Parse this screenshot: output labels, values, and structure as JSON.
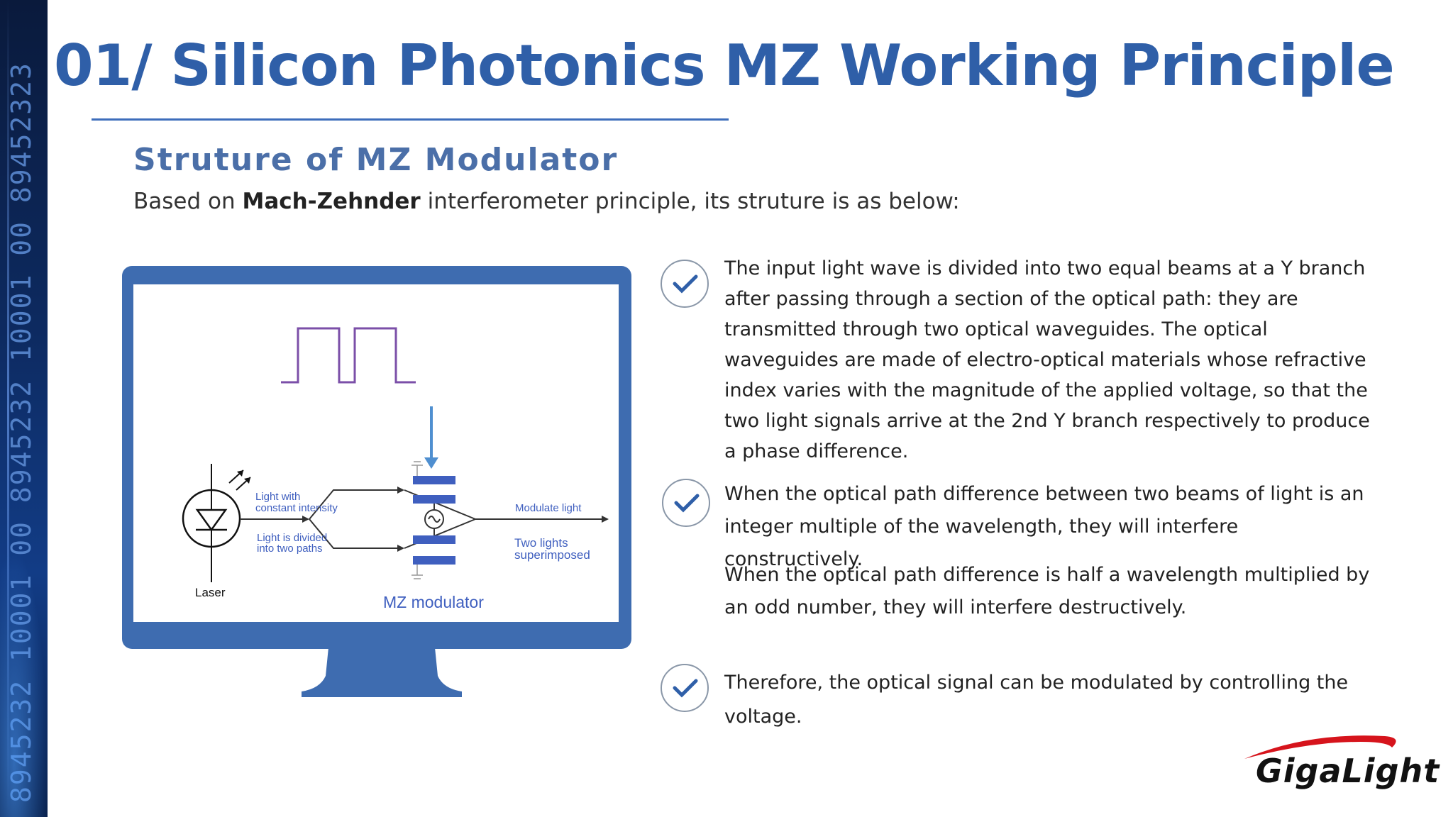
{
  "side_strip": {
    "digits": "8945232 10001 00 8945232 10001 00 89452323"
  },
  "header": {
    "title": "01/ Silicon Photonics MZ Working Principle"
  },
  "section": {
    "heading": "Struture of MZ Modulator",
    "intro_prefix": "Based on ",
    "intro_bold": "Mach-Zehnder",
    "intro_suffix": " interferometer principle, its struture is as below:"
  },
  "diagram": {
    "label_light_with": "Light with",
    "label_constant": "constant intensity",
    "label_divided": "Light is divided",
    "label_two_paths": "into two paths",
    "label_modulate": "Modulate light",
    "label_two_lights": "Two lights",
    "label_superimposed": "superimposed",
    "label_laser": "Laser",
    "label_mz": "MZ modulator",
    "accent_color": "#3f5fbf",
    "pulse_color": "#7b4fa8",
    "arrow_color": "#4f8fd0"
  },
  "bullets": [
    {
      "text": "The input light wave is divided into two equal beams at a Y branch after passing through a section of the optical path: they are transmitted through two optical waveguides. The optical waveguides are made of electro-optical materials whose refractive index varies with the magnitude of the applied voltage, so that the two light signals arrive at the 2nd Y branch respectively to produce a phase difference."
    },
    {
      "text": "When the optical path difference between two beams of light is an integer multiple of the wavelength, they will interfere constructively."
    },
    {
      "text": "When the optical path difference is half a wavelength multiplied by an odd number, they will interfere destructively."
    },
    {
      "text": "Therefore, the optical signal can be modulated by controlling the voltage."
    }
  ],
  "logo": {
    "text": "GigaLight",
    "swoosh_color": "#d6141c"
  },
  "colors": {
    "title": "#2f5fa8",
    "monitor": "#3e6cb0",
    "heading": "#4b6fa8"
  }
}
